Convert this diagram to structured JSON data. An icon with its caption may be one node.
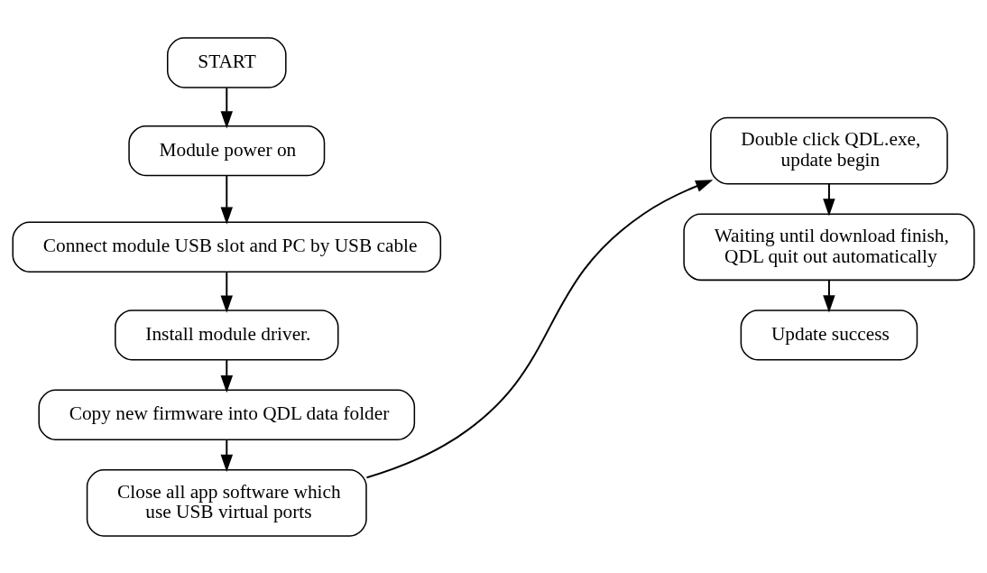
{
  "diagram": {
    "nodes": [
      {
        "text": [
          "START"
        ]
      },
      {
        "text": [
          "Module power on"
        ]
      },
      {
        "text": [
          "Connect module USB slot and PC by USB cable"
        ]
      },
      {
        "text": [
          "Install module driver."
        ]
      },
      {
        "text": [
          "Copy new firmware into QDL data folder"
        ]
      },
      {
        "text": [
          "Close all app software which use USB virtual ports"
        ]
      },
      {
        "text": [
          "Double click QDL.exe, update begin"
        ]
      },
      {
        "text": [
          "Waiting until download finish, QDL quit out automatically"
        ]
      },
      {
        "text": [
          "Update success"
        ]
      }
    ],
    "edges": [
      {
        "from": 0,
        "to": 1,
        "arrow": "to"
      },
      {
        "from": 1,
        "to": 2,
        "arrow": "to"
      },
      {
        "from": 2,
        "to": 3,
        "arrow": "to"
      },
      {
        "from": 3,
        "to": 4,
        "arrow": "to"
      },
      {
        "from": 4,
        "to": 5,
        "arrow": "to"
      },
      {
        "from": 5,
        "to": 6,
        "arrow": "to"
      },
      {
        "from": 6,
        "to": 7,
        "arrow": "to"
      },
      {
        "from": 7,
        "to": 8,
        "arrow": "to"
      }
    ]
  }
}
